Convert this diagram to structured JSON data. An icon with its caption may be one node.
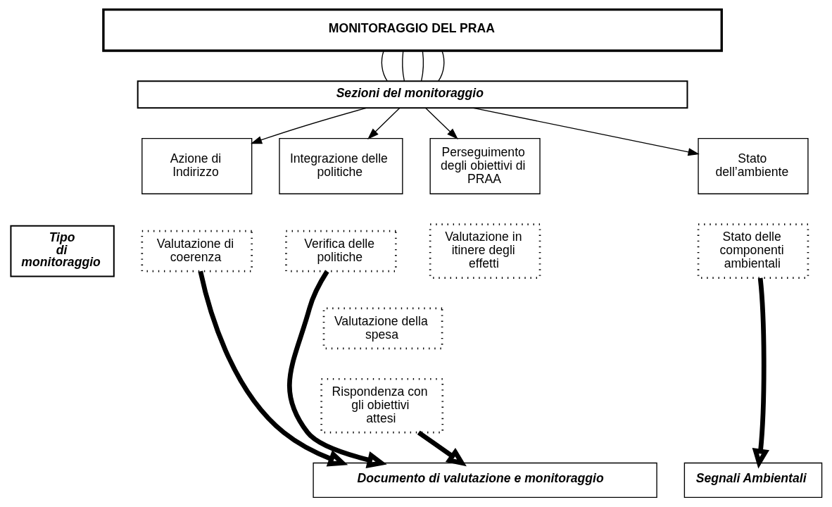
{
  "diagram": {
    "nodes": [
      {
        "text": [
          "MONITORAGGIO DEL PRAA"
        ]
      },
      {
        "text": [
          "Sezioni del monitoraggio"
        ]
      },
      {
        "text": [
          "Azione di Indirizzo"
        ]
      },
      {
        "text": [
          "Integrazione delle politiche"
        ]
      },
      {
        "text": [
          "Perseguimento degli obiettivi di PRAA"
        ]
      },
      {
        "text": [
          "Stato dell’ambiente"
        ]
      },
      {
        "text": [
          "Tipo di monitoraggio"
        ]
      },
      {
        "text": [
          "Valutazione di coerenza"
        ]
      },
      {
        "text": [
          "Verifica delle politiche"
        ]
      },
      {
        "text": [
          "Valutazione in itinere degli effetti"
        ]
      },
      {
        "text": [
          "Valutazione della spesa"
        ]
      },
      {
        "text": [
          "Rispondenza con gli obiettivi attesi"
        ]
      },
      {
        "text": [
          "Stato delle componenti ambientali"
        ]
      },
      {
        "text": [
          "Documento di valutazione e monitoraggio"
        ]
      },
      {
        "text": [
          "Segnali Ambientali"
        ]
      }
    ],
    "edges": [
      {
        "from": 0,
        "to": 1,
        "arrow": "none"
      },
      {
        "from": 0,
        "to": 1,
        "arrow": "none"
      },
      {
        "from": 0,
        "to": 1,
        "arrow": "none"
      },
      {
        "from": 0,
        "to": 1,
        "arrow": "none"
      },
      {
        "from": 1,
        "to": 2,
        "arrow": "to"
      },
      {
        "from": 1,
        "to": 3,
        "arrow": "to"
      },
      {
        "from": 1,
        "to": 4,
        "arrow": "to"
      },
      {
        "from": 1,
        "to": 5,
        "arrow": "to"
      },
      {
        "from": 7,
        "to": 13,
        "arrow": "to",
        "style": "thick"
      },
      {
        "from": 8,
        "to": 13,
        "arrow": "to",
        "style": "thick"
      },
      {
        "from": 11,
        "to": 13,
        "arrow": "to",
        "style": "thick"
      },
      {
        "from": 12,
        "to": 14,
        "arrow": "to",
        "style": "thick"
      }
    ]
  }
}
